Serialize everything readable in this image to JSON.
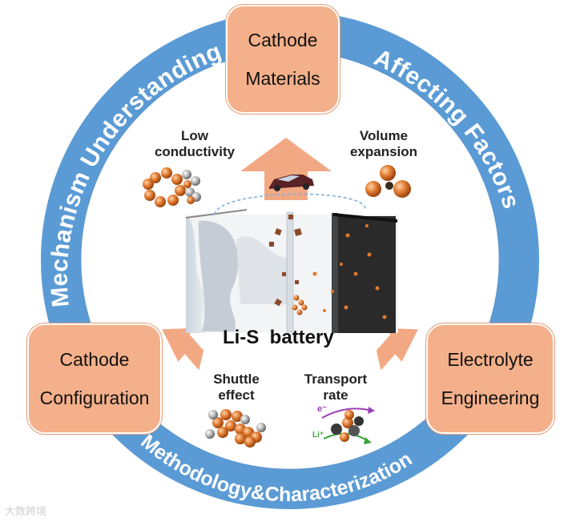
{
  "ring": {
    "left_arc": "Mechanism Understanding",
    "right_arc": "Affecting Factors",
    "bottom_arc": "Methodology&Characterization"
  },
  "boxes": {
    "top": [
      "Cathode",
      "Materials"
    ],
    "left": [
      "Cathode",
      "Configuration"
    ],
    "right": [
      "Electrolyte",
      "Engineering"
    ]
  },
  "issues": {
    "low_conductivity": [
      "Low",
      "conductivity"
    ],
    "volume_expansion": [
      "Volume",
      "expansion"
    ],
    "shuttle_effect": [
      "Shuttle",
      "effect"
    ],
    "transport_rate": [
      "Transport",
      "rate"
    ]
  },
  "center_title": "Li-S  battery",
  "transport_labels": {
    "electron": "e⁻",
    "lithium": "Li⁺"
  },
  "watermark": "大数跨境",
  "colors": {
    "ring": "#5b9bd5",
    "box": "#f4b08a",
    "arrow": "#f2a983",
    "particle": "#e0782e"
  }
}
